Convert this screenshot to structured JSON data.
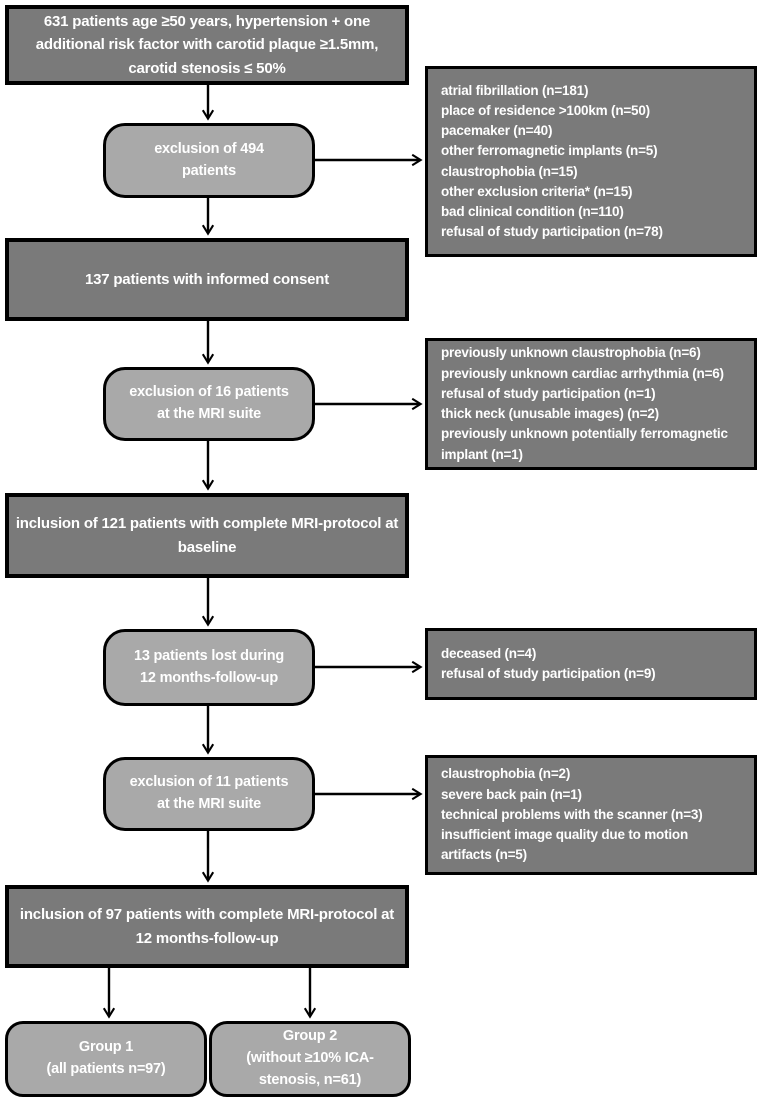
{
  "boxes": {
    "start": {
      "text": "631 patients age ≥50 years, hypertension + one additional risk factor with carotid plaque ≥1.5mm, carotid stenosis ≤ 50%"
    },
    "exclusion_494": {
      "text": "exclusion of 494\npatients"
    },
    "informed_consent_137": {
      "text": "137 patients with informed consent"
    },
    "exclusion_16_mri": {
      "text": "exclusion of 16 patients\nat the MRI suite"
    },
    "inclusion_121_baseline": {
      "text": "inclusion of 121 patients with complete MRI-protocol at baseline"
    },
    "lost_13_followup": {
      "text": "13 patients lost during\n12 months-follow-up"
    },
    "exclusion_11_mri": {
      "text": "exclusion of 11 patients\nat the MRI suite"
    },
    "inclusion_97_followup": {
      "text": "inclusion of 97 patients with complete MRI-protocol at 12 months-follow-up"
    },
    "group_1": {
      "text": "Group 1\n(all patients n=97)"
    },
    "group_2": {
      "text": "Group 2\n(without ≥10% ICA-\nstenosis, n=61)"
    }
  },
  "side_boxes": {
    "exclusion_494_reasons": {
      "lines": [
        "atrial fibrillation (n=181)",
        "place of residence >100km (n=50)",
        "pacemaker (n=40)",
        "other ferromagnetic implants (n=5)",
        "claustrophobia (n=15)",
        "other exclusion criteria* (n=15)",
        "bad clinical condition (n=110)",
        "refusal of study participation (n=78)"
      ]
    },
    "exclusion_16_reasons": {
      "lines": [
        "previously unknown claustrophobia (n=6)",
        "previously unknown cardiac arrhythmia (n=6)",
        "refusal of study participation (n=1)",
        "thick neck (unusable images) (n=2)",
        "previously unknown potentially ferromagnetic implant (n=1)"
      ]
    },
    "lost_13_reasons": {
      "lines": [
        "deceased (n=4)",
        "refusal of study participation (n=9)"
      ]
    },
    "exclusion_11_reasons": {
      "lines": [
        "claustrophobia (n=2)",
        "severe back pain (n=1)",
        "technical problems with the scanner (n=3)",
        "insufficient image quality due to motion artifacts (n=5)"
      ]
    }
  },
  "colors": {
    "dark_box_fill": "#7a7a7a",
    "light_box_fill": "#a9a9a9",
    "border": "#000000",
    "text": "#ffffff",
    "background": "#ffffff"
  }
}
